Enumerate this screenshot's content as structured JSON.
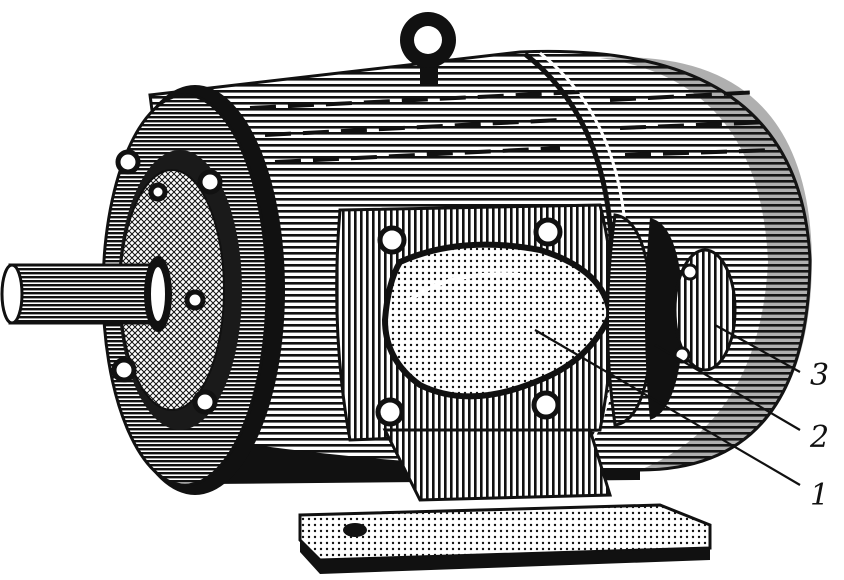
{
  "callouts": [
    {
      "id": "1",
      "label": "1"
    },
    {
      "id": "2",
      "label": "2"
    },
    {
      "id": "3",
      "label": "3"
    }
  ],
  "colors": {
    "ink": "#111111",
    "paper": "#ffffff",
    "shade": "#2a2a2a"
  }
}
